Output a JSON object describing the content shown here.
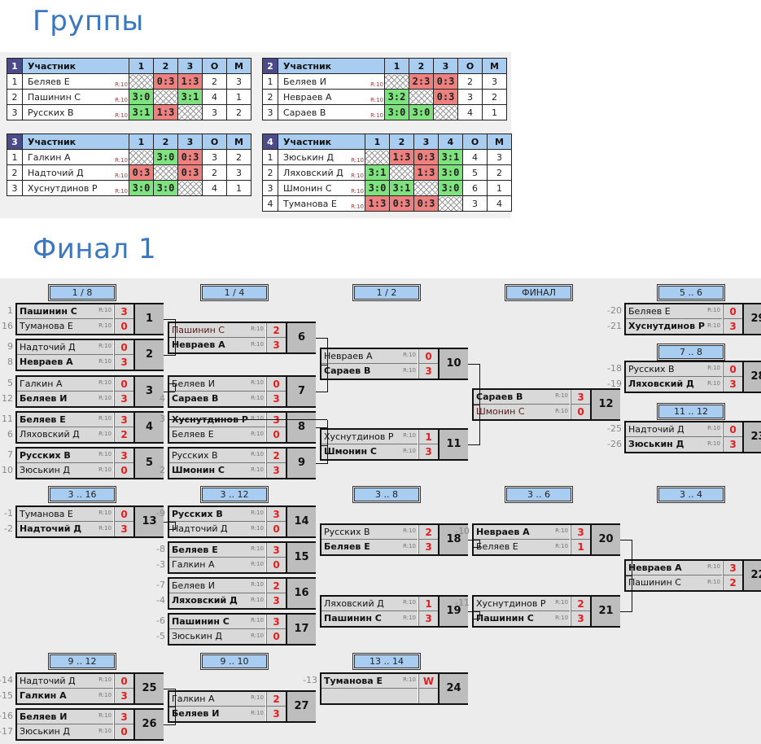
{
  "titles": {
    "groups": "Группы",
    "final": "Финал 1"
  },
  "groups": [
    {
      "number": "1",
      "header": [
        "Участник",
        "1",
        "2",
        "3",
        "О",
        "М"
      ],
      "rows": [
        {
          "pos": "1",
          "name": "Беляев Е",
          "rating": "R:10",
          "results": [
            "x",
            "0:3",
            "1:3"
          ],
          "points": "2",
          "place": "3"
        },
        {
          "pos": "2",
          "name": "Пашинин С",
          "rating": "R:10",
          "results": [
            "3:0",
            "x",
            "3:1"
          ],
          "points": "4",
          "place": "1"
        },
        {
          "pos": "3",
          "name": "Русских В",
          "rating": "R:10",
          "results": [
            "3:1",
            "1:3",
            "x"
          ],
          "points": "3",
          "place": "2"
        }
      ]
    },
    {
      "number": "2",
      "header": [
        "Участник",
        "1",
        "2",
        "3",
        "О",
        "М"
      ],
      "rows": [
        {
          "pos": "1",
          "name": "Беляев И",
          "rating": "R:10",
          "results": [
            "x",
            "2:3",
            "0:3"
          ],
          "points": "2",
          "place": "3"
        },
        {
          "pos": "2",
          "name": "Невраев А",
          "rating": "R:10",
          "results": [
            "3:2",
            "x",
            "0:3"
          ],
          "points": "3",
          "place": "2"
        },
        {
          "pos": "3",
          "name": "Сараев В",
          "rating": "R:10",
          "results": [
            "3:0",
            "3:0",
            "x"
          ],
          "points": "4",
          "place": "1"
        }
      ]
    },
    {
      "number": "3",
      "header": [
        "Участник",
        "1",
        "2",
        "3",
        "О",
        "М"
      ],
      "rows": [
        {
          "pos": "1",
          "name": "Галкин А",
          "rating": "R:10",
          "results": [
            "x",
            "3:0",
            "0:3"
          ],
          "points": "3",
          "place": "2"
        },
        {
          "pos": "2",
          "name": "Надточий Д",
          "rating": "R:10",
          "results": [
            "0:3",
            "x",
            "0:3"
          ],
          "points": "2",
          "place": "3"
        },
        {
          "pos": "3",
          "name": "Хуснутдинов Р",
          "rating": "R:10",
          "results": [
            "3:0",
            "3:0",
            "x"
          ],
          "points": "4",
          "place": "1"
        }
      ]
    },
    {
      "number": "4",
      "header": [
        "Участник",
        "1",
        "2",
        "3",
        "4",
        "О",
        "М"
      ],
      "rows": [
        {
          "pos": "1",
          "name": "Зюськин Д",
          "rating": "R:10",
          "results": [
            "x",
            "1:3",
            "0:3",
            "3:1"
          ],
          "points": "4",
          "place": "3"
        },
        {
          "pos": "2",
          "name": "Ляховский Д",
          "rating": "R:10",
          "results": [
            "3:1",
            "x",
            "1:3",
            "3:0"
          ],
          "points": "5",
          "place": "2"
        },
        {
          "pos": "3",
          "name": "Шмонин С",
          "rating": "R:10",
          "results": [
            "3:0",
            "3:1",
            "x",
            "3:0"
          ],
          "points": "6",
          "place": "1"
        },
        {
          "pos": "4",
          "name": "Туманова Е",
          "rating": "R:10",
          "results": [
            "1:3",
            "0:3",
            "0:3",
            "x"
          ],
          "points": "3",
          "place": "4"
        }
      ]
    }
  ],
  "round_headers": {
    "r16": "1 / 8",
    "qf": "1 / 4",
    "sf": "1 / 2",
    "final": "ФИНАЛ",
    "p5_6": "5 .. 6",
    "p7_8": "7 .. 8",
    "p11_12": "11 .. 12",
    "p3_16": "3 .. 16",
    "p3_12": "3 .. 12",
    "p3_8": "3 .. 8",
    "p3_6": "3 .. 6",
    "p3_4": "3 .. 4",
    "p9_12": "9 .. 12",
    "p9_10": "9 .. 10",
    "p13_14": "13 .. 14"
  },
  "matches": {
    "m1": {
      "number": "1",
      "p1": {
        "seed": "1",
        "name": "Пашинин С",
        "rating": "R:10",
        "score": "3",
        "winner": true
      },
      "p2": {
        "seed": "16",
        "name": "Туманова Е",
        "rating": "R:10",
        "score": "0",
        "winner": false
      }
    },
    "m2": {
      "number": "2",
      "p1": {
        "seed": "9",
        "name": "Надточий Д",
        "rating": "R:10",
        "score": "0",
        "winner": false
      },
      "p2": {
        "seed": "8",
        "name": "Невраев А",
        "rating": "R:10",
        "score": "3",
        "winner": true
      }
    },
    "m3": {
      "number": "3",
      "p1": {
        "seed": "5",
        "name": "Галкин А",
        "rating": "R:10",
        "score": "0",
        "winner": false
      },
      "p2": {
        "seed": "12",
        "name": "Беляев И",
        "rating": "R:10",
        "score": "3",
        "winner": true
      }
    },
    "m4": {
      "number": "4",
      "p1": {
        "seed": "11",
        "name": "Беляев Е",
        "rating": "R:10",
        "score": "3",
        "winner": true
      },
      "p2": {
        "seed": "6",
        "name": "Ляховский Д",
        "rating": "R:10",
        "score": "2",
        "winner": false
      }
    },
    "m5": {
      "number": "5",
      "p1": {
        "seed": "7",
        "name": "Русских В",
        "rating": "R:10",
        "score": "3",
        "winner": true
      },
      "p2": {
        "seed": "10",
        "name": "Зюськин Д",
        "rating": "R:10",
        "score": "0",
        "winner": false
      }
    },
    "m6": {
      "number": "6",
      "p1": {
        "seed": "",
        "name": "Пашинин С",
        "rating": "R:10",
        "score": "2",
        "winner": false
      },
      "p2": {
        "seed": "",
        "name": "Невраев А",
        "rating": "R:10",
        "score": "3",
        "winner": true
      }
    },
    "m7": {
      "number": "7",
      "p1": {
        "seed": "",
        "name": "Беляев И",
        "rating": "R:10",
        "score": "0",
        "winner": false
      },
      "p2": {
        "seed": "4",
        "name": "Сараев В",
        "rating": "R:10",
        "score": "3",
        "winner": true
      }
    },
    "m8": {
      "number": "8",
      "p1": {
        "seed": "3",
        "name": "Хуснутдинов Р",
        "rating": "R:10",
        "score": "3",
        "winner": true
      },
      "p2": {
        "seed": "",
        "name": "Беляев Е",
        "rating": "R:10",
        "score": "0",
        "winner": false
      }
    },
    "m9": {
      "number": "9",
      "p1": {
        "seed": "",
        "name": "Русских В",
        "rating": "R:10",
        "score": "2",
        "winner": false
      },
      "p2": {
        "seed": "2",
        "name": "Шмонин С",
        "rating": "R:10",
        "score": "3",
        "winner": true
      }
    },
    "m10": {
      "number": "10",
      "p1": {
        "seed": "",
        "name": "Невраев А",
        "rating": "R:10",
        "score": "0",
        "winner": false
      },
      "p2": {
        "seed": "",
        "name": "Сараев В",
        "rating": "R:10",
        "score": "3",
        "winner": true
      }
    },
    "m11": {
      "number": "11",
      "p1": {
        "seed": "",
        "name": "Хуснутдинов Р",
        "rating": "R:10",
        "score": "1",
        "winner": false
      },
      "p2": {
        "seed": "",
        "name": "Шмонин С",
        "rating": "R:10",
        "score": "3",
        "winner": true
      }
    },
    "m12": {
      "number": "12",
      "p1": {
        "seed": "",
        "name": "Сараев В",
        "rating": "R:10",
        "score": "3",
        "winner": true
      },
      "p2": {
        "seed": "",
        "name": "Шмонин С",
        "rating": "R:10",
        "score": "0",
        "winner": false
      }
    },
    "m29": {
      "number": "29",
      "p1": {
        "seed": "-20",
        "name": "Беляев Е",
        "rating": "R:10",
        "score": "0",
        "winner": false
      },
      "p2": {
        "seed": "-21",
        "name": "Хуснутдинов Р",
        "rating": "R:10",
        "score": "3",
        "winner": true
      }
    },
    "m28": {
      "number": "28",
      "p1": {
        "seed": "-18",
        "name": "Русских В",
        "rating": "R:10",
        "score": "0",
        "winner": false
      },
      "p2": {
        "seed": "-19",
        "name": "Ляховский Д",
        "rating": "R:10",
        "score": "3",
        "winner": true
      }
    },
    "m23": {
      "number": "23",
      "p1": {
        "seed": "-25",
        "name": "Надточий Д",
        "rating": "R:10",
        "score": "0",
        "winner": false
      },
      "p2": {
        "seed": "-26",
        "name": "Зюськин Д",
        "rating": "R:10",
        "score": "3",
        "winner": true
      }
    },
    "m13": {
      "number": "13",
      "p1": {
        "seed": "-1",
        "name": "Туманова Е",
        "rating": "R:10",
        "score": "0",
        "winner": false
      },
      "p2": {
        "seed": "-2",
        "name": "Надточий Д",
        "rating": "R:10",
        "score": "3",
        "winner": true
      }
    },
    "m14": {
      "number": "14",
      "p1": {
        "seed": "-9",
        "name": "Русских В",
        "rating": "R:10",
        "score": "3",
        "winner": true
      },
      "p2": {
        "seed": "",
        "name": "Надточий Д",
        "rating": "R:10",
        "score": "0",
        "winner": false
      }
    },
    "m15": {
      "number": "15",
      "p1": {
        "seed": "-8",
        "name": "Беляев Е",
        "rating": "R:10",
        "score": "3",
        "winner": true
      },
      "p2": {
        "seed": "-3",
        "name": "Галкин А",
        "rating": "R:10",
        "score": "0",
        "winner": false
      }
    },
    "m16": {
      "number": "16",
      "p1": {
        "seed": "-7",
        "name": "Беляев И",
        "rating": "R:10",
        "score": "2",
        "winner": false
      },
      "p2": {
        "seed": "-4",
        "name": "Ляховский Д",
        "rating": "R:10",
        "score": "3",
        "winner": true
      }
    },
    "m17": {
      "number": "17",
      "p1": {
        "seed": "-6",
        "name": "Пашинин С",
        "rating": "R:10",
        "score": "3",
        "winner": true
      },
      "p2": {
        "seed": "-5",
        "name": "Зюськин Д",
        "rating": "R:10",
        "score": "0",
        "winner": false
      }
    },
    "m18": {
      "number": "18",
      "p1": {
        "seed": "",
        "name": "Русских В",
        "rating": "R:10",
        "score": "2",
        "winner": false
      },
      "p2": {
        "seed": "",
        "name": "Беляев Е",
        "rating": "R:10",
        "score": "3",
        "winner": true
      }
    },
    "m19": {
      "number": "19",
      "p1": {
        "seed": "",
        "name": "Ляховский Д",
        "rating": "R:10",
        "score": "1",
        "winner": false
      },
      "p2": {
        "seed": "",
        "name": "Пашинин С",
        "rating": "R:10",
        "score": "3",
        "winner": true
      }
    },
    "m20": {
      "number": "20",
      "p1": {
        "seed": "-10",
        "name": "Невраев А",
        "rating": "R:10",
        "score": "3",
        "winner": true
      },
      "p2": {
        "seed": "",
        "name": "Беляев Е",
        "rating": "R:10",
        "score": "1",
        "winner": false
      }
    },
    "m21": {
      "number": "21",
      "p1": {
        "seed": "-11",
        "name": "Хуснутдинов Р",
        "rating": "R:10",
        "score": "2",
        "winner": false
      },
      "p2": {
        "seed": "",
        "name": "Пашинин С",
        "rating": "R:10",
        "score": "3",
        "winner": true
      }
    },
    "m22": {
      "number": "22",
      "p1": {
        "seed": "",
        "name": "Невраев А",
        "rating": "R:10",
        "score": "3",
        "winner": true
      },
      "p2": {
        "seed": "",
        "name": "Пашинин С",
        "rating": "R:10",
        "score": "2",
        "winner": false
      }
    },
    "m25": {
      "number": "25",
      "p1": {
        "seed": "-14",
        "name": "Надточий Д",
        "rating": "R:10",
        "score": "0",
        "winner": false
      },
      "p2": {
        "seed": "-15",
        "name": "Галкин А",
        "rating": "R:10",
        "score": "3",
        "winner": true
      }
    },
    "m26": {
      "number": "26",
      "p1": {
        "seed": "-16",
        "name": "Беляев И",
        "rating": "R:10",
        "score": "3",
        "winner": true
      },
      "p2": {
        "seed": "-17",
        "name": "Зюськин Д",
        "rating": "R:10",
        "score": "0",
        "winner": false
      }
    },
    "m27": {
      "number": "27",
      "p1": {
        "seed": "",
        "name": "Галкин А",
        "rating": "R:10",
        "score": "2",
        "winner": false
      },
      "p2": {
        "seed": "",
        "name": "Беляев И",
        "rating": "R:10",
        "score": "3",
        "winner": true
      }
    },
    "m24": {
      "number": "24",
      "p1": {
        "seed": "-13",
        "name": "Туманова Е",
        "rating": "R:10",
        "score": "W",
        "winner": true
      },
      "p2": {
        "seed": "",
        "name": "",
        "rating": "",
        "score": "",
        "winner": false
      }
    }
  },
  "colors": {
    "title": "#3a77c0",
    "header_bg": "#a9cdf0",
    "group_number_bg": "#4b4b8a",
    "win_cell": "#7ee27e",
    "loss_cell": "#ee8080",
    "score_text": "#e02020",
    "match_row_bg": "#d9d9d9",
    "match_number_bg": "#bdbdbd",
    "bracket_bg": "#ececec"
  }
}
